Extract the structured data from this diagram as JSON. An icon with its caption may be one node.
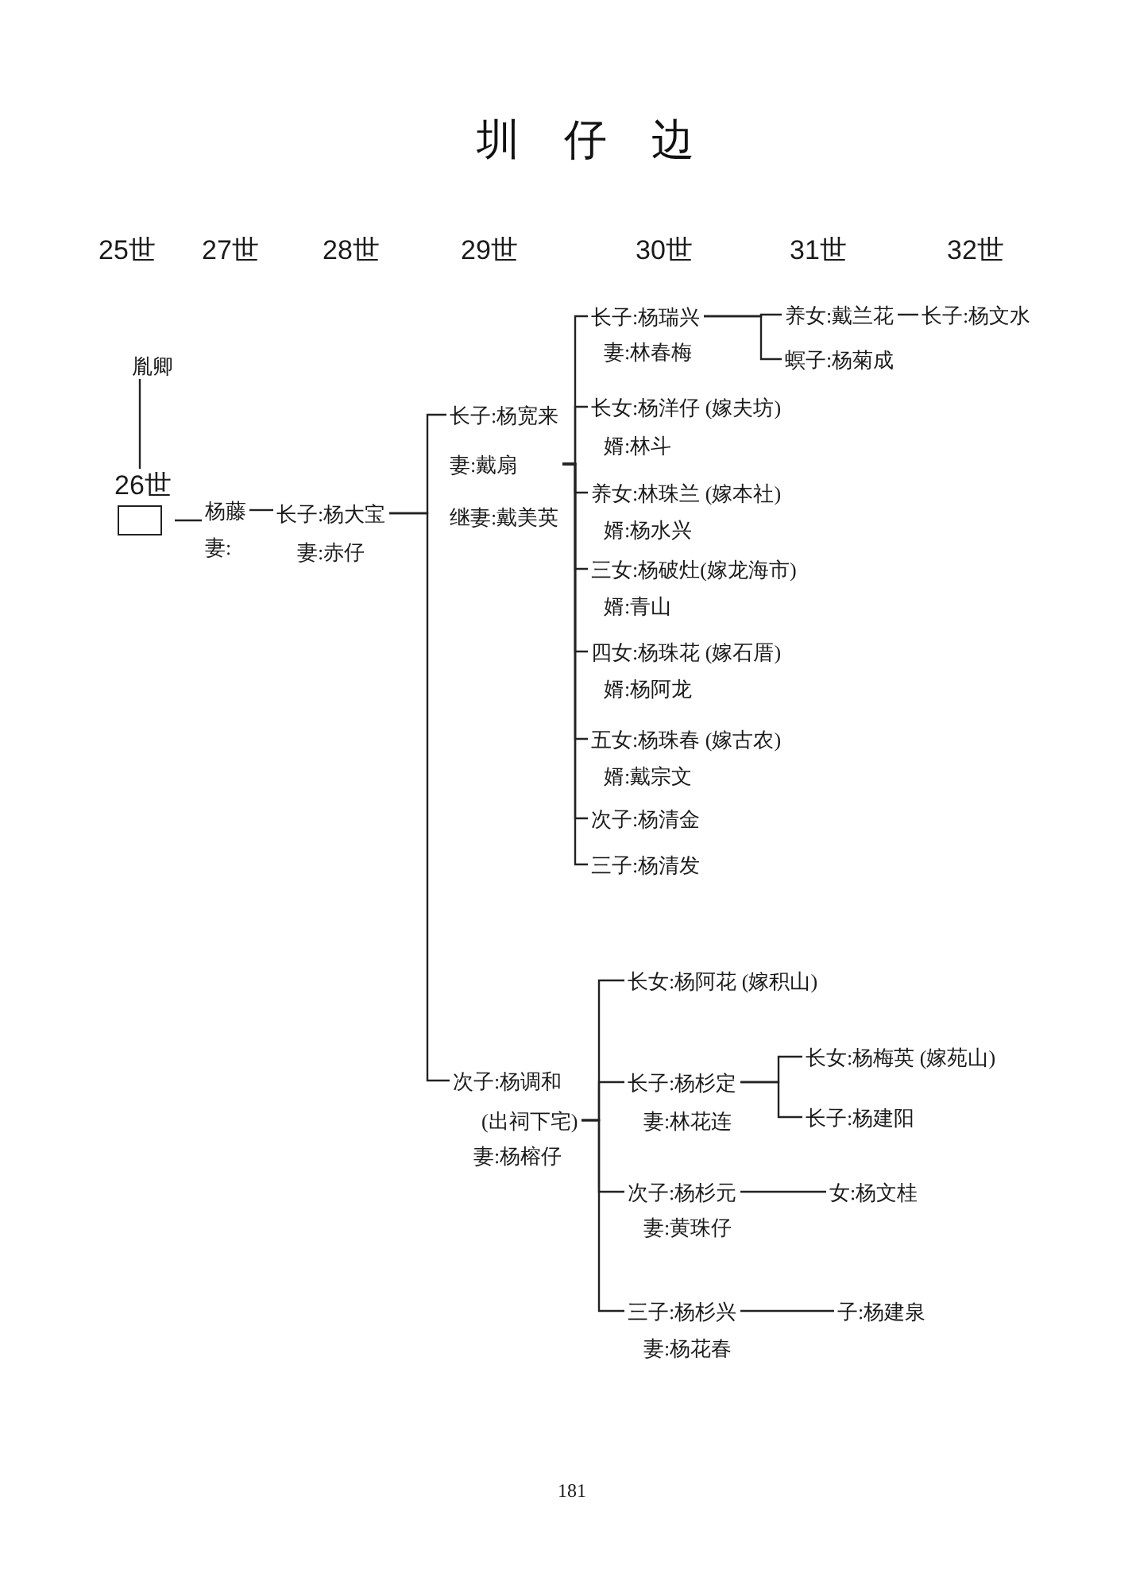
{
  "diagram": {
    "title": "圳仔边",
    "nodes": [
      {
        "text": [
          "胤卿"
        ]
      },
      {
        "text": [],
        "shape": "box",
        "beside": [
          "26世"
        ]
      },
      {
        "text": [
          "杨藤",
          "妻:"
        ]
      },
      {
        "text": [
          "长子:杨大宝",
          "妻:赤仔"
        ]
      },
      {
        "text": [
          "长子:杨宽来",
          "妻:戴扇",
          "继妻:戴美英"
        ]
      },
      {
        "text": [
          "长子:杨瑞兴",
          "妻:林春梅"
        ]
      },
      {
        "text": [
          "养女:戴兰花"
        ]
      },
      {
        "text": [
          "长子:杨文水"
        ]
      },
      {
        "text": [
          "螟子:杨菊成"
        ]
      },
      {
        "text": [
          "长女:杨洋仔 (嫁夫坊)",
          "婿:林斗"
        ]
      },
      {
        "text": [
          "养女:林珠兰 (嫁本社)",
          "婿:杨水兴"
        ]
      },
      {
        "text": [
          "三女:杨破灶(嫁龙海市)",
          "婿:青山"
        ]
      },
      {
        "text": [
          "四女:杨珠花 (嫁石厝)",
          "婿:杨阿龙"
        ]
      },
      {
        "text": [
          "五女:杨珠春 (嫁古农)",
          "婿:戴宗文"
        ]
      },
      {
        "text": [
          "次子:杨清金"
        ]
      },
      {
        "text": [
          "三子:杨清发"
        ]
      },
      {
        "text": [
          "次子:杨调和",
          "(出祠下宅)",
          "妻:杨榕仔"
        ]
      },
      {
        "text": [
          "长女:杨阿花 (嫁积山)"
        ]
      },
      {
        "text": [
          "长子:杨杉定",
          "妻:林花连"
        ]
      },
      {
        "text": [
          "长女:杨梅英 (嫁苑山)"
        ]
      },
      {
        "text": [
          "长子:杨建阳"
        ]
      },
      {
        "text": [
          "次子:杨杉元",
          "妻:黄珠仔"
        ]
      },
      {
        "text": [
          "女:杨文桂"
        ]
      },
      {
        "text": [
          "三子:杨杉兴",
          "妻:杨花春"
        ]
      },
      {
        "text": [
          "子:杨建泉"
        ]
      }
    ],
    "edges": [
      {
        "from": 0,
        "to": 1,
        "arrow": "none"
      },
      {
        "from": 1,
        "to": 2,
        "arrow": "none"
      },
      {
        "from": 2,
        "to": 3,
        "arrow": "none"
      },
      {
        "from": 3,
        "to": 4,
        "arrow": "none"
      },
      {
        "from": 3,
        "to": 16,
        "arrow": "none"
      },
      {
        "from": 4,
        "to": 5,
        "arrow": "none"
      },
      {
        "from": 4,
        "to": 9,
        "arrow": "none"
      },
      {
        "from": 4,
        "to": 10,
        "arrow": "none"
      },
      {
        "from": 4,
        "to": 11,
        "arrow": "none"
      },
      {
        "from": 4,
        "to": 12,
        "arrow": "none"
      },
      {
        "from": 4,
        "to": 13,
        "arrow": "none"
      },
      {
        "from": 4,
        "to": 14,
        "arrow": "none"
      },
      {
        "from": 4,
        "to": 15,
        "arrow": "none"
      },
      {
        "from": 5,
        "to": 6,
        "arrow": "none"
      },
      {
        "from": 5,
        "to": 8,
        "arrow": "none"
      },
      {
        "from": 6,
        "to": 7,
        "arrow": "none"
      },
      {
        "from": 16,
        "to": 17,
        "arrow": "none"
      },
      {
        "from": 16,
        "to": 18,
        "arrow": "none"
      },
      {
        "from": 16,
        "to": 21,
        "arrow": "none"
      },
      {
        "from": 16,
        "to": 23,
        "arrow": "none"
      },
      {
        "from": 18,
        "to": 19,
        "arrow": "none"
      },
      {
        "from": 18,
        "to": 20,
        "arrow": "none"
      },
      {
        "from": 21,
        "to": 22,
        "arrow": "none"
      },
      {
        "from": 23,
        "to": 24,
        "arrow": "none"
      }
    ],
    "labels": [
      "25世",
      "27世",
      "28世",
      "29世",
      "30世",
      "31世",
      "32世",
      "181"
    ]
  }
}
